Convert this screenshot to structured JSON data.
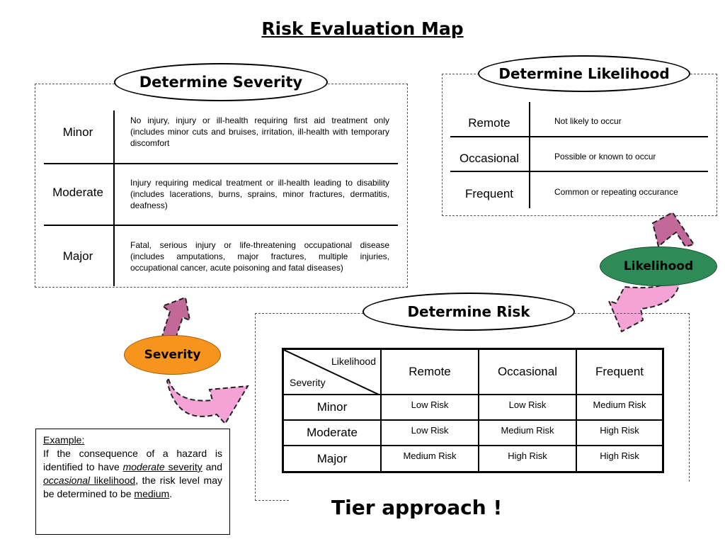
{
  "title": "Risk Evaluation Map",
  "severity_panel": {
    "heading": "Determine Severity",
    "rows": [
      {
        "level": "Minor",
        "description": "No injury, injury or ill-health requiring first aid treatment only (includes minor cuts and bruises, irritation, ill-health with temporary discomfort"
      },
      {
        "level": "Moderate",
        "description": "Injury requiring medical treatment or ill-health leading to disability (includes lacerations, burns, sprains, minor fractures, dermatitis, deafness)"
      },
      {
        "level": "Major",
        "description": "Fatal, serious injury or life-threatening occupational disease (includes amputations, major fractures, multiple injuries, occupational cancer, acute poisoning and fatal diseases)"
      }
    ]
  },
  "likelihood_panel": {
    "heading": "Determine Likelihood",
    "rows": [
      {
        "level": "Remote",
        "description": "Not likely to occur"
      },
      {
        "level": "Occasional",
        "description": "Possible or known to occur"
      },
      {
        "level": "Frequent",
        "description": "Common or repeating occurance"
      }
    ]
  },
  "severity_badge": {
    "label": "Severity",
    "color": "#f7941d"
  },
  "likelihood_badge": {
    "label": "Likelihood",
    "color": "#2e8b57"
  },
  "arrow_color": "#f5a3d6",
  "arrow_dark_color": "#c2699a",
  "risk_panel": {
    "heading": "Determine Risk",
    "corner_top": "Likelihood",
    "corner_bottom": "Severity",
    "columns": [
      "Remote",
      "Occasional",
      "Frequent"
    ],
    "rows": [
      {
        "severity": "Minor",
        "values": [
          "Low Risk",
          "Low Risk",
          "Medium Risk"
        ]
      },
      {
        "severity": "Moderate",
        "values": [
          "Low Risk",
          "Medium Risk",
          "High Risk"
        ]
      },
      {
        "severity": "Major",
        "values": [
          "Medium Risk",
          "High Risk",
          "High Risk"
        ]
      }
    ]
  },
  "example": {
    "heading": "Example:",
    "text_1": "If the consequence of a hazard is identified to have ",
    "moderate_word": "moderate",
    "severity_word": " severity",
    "text_2": " and ",
    "occasional_word": "occasional",
    "likelihood_word": " likelihood",
    "text_3": ", the risk level may be determined to be ",
    "medium_word": "medium",
    "text_4": "."
  },
  "footer": "Tier approach !"
}
